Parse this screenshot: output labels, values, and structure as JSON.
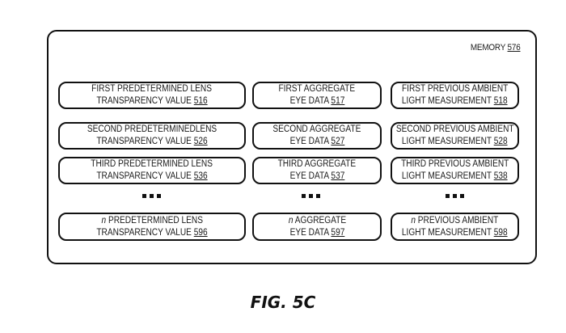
{
  "memory": {
    "label": "MEMORY",
    "ref": "576"
  },
  "columns": [
    {
      "name": "predetermined-lens-transparency-value",
      "items": [
        {
          "prefix": "",
          "line1": "FIRST PREDETERMINED LENS",
          "line2": "TRANSPARENCY VALUE",
          "ref": "516"
        },
        {
          "prefix": "",
          "line1": "SECOND PREDETERMINEDLENS",
          "line2": "TRANSPARENCY VALUE",
          "ref": "526"
        },
        {
          "prefix": "",
          "line1": "THIRD PREDETERMINED LENS",
          "line2": "TRANSPARENCY VALUE",
          "ref": "536"
        },
        {
          "prefix": "n",
          "line1": " PREDETERMINED LENS",
          "line2": "TRANSPARENCY VALUE",
          "ref": "596"
        }
      ]
    },
    {
      "name": "aggregate-eye-data",
      "items": [
        {
          "prefix": "",
          "line1": "FIRST AGGREGATE",
          "line2": "EYE DATA",
          "ref": "517"
        },
        {
          "prefix": "",
          "line1": "SECOND AGGREGATE",
          "line2": "EYE DATA",
          "ref": "527"
        },
        {
          "prefix": "",
          "line1": "THIRD AGGREGATE",
          "line2": "EYE DATA",
          "ref": "537"
        },
        {
          "prefix": "n",
          "line1": " AGGREGATE",
          "line2": "EYE DATA",
          "ref": "597"
        }
      ]
    },
    {
      "name": "previous-ambient-light-measurement",
      "items": [
        {
          "prefix": "",
          "line1": "FIRST PREVIOUS AMBIENT",
          "line2": "LIGHT MEASUREMENT",
          "ref": "518"
        },
        {
          "prefix": "",
          "line1": "SECOND PREVIOUS AMBIENT",
          "line2": "LIGHT MEASUREMENT",
          "ref": "528"
        },
        {
          "prefix": "",
          "line1": "THIRD PREVIOUS AMBIENT",
          "line2": "LIGHT MEASUREMENT",
          "ref": "538"
        },
        {
          "prefix": "n",
          "line1": " PREVIOUS AMBIENT",
          "line2": "LIGHT MEASUREMENT",
          "ref": "598"
        }
      ]
    }
  ],
  "ellipsis_icon": "vertical-continuation-dots",
  "caption": "FIG. 5C"
}
